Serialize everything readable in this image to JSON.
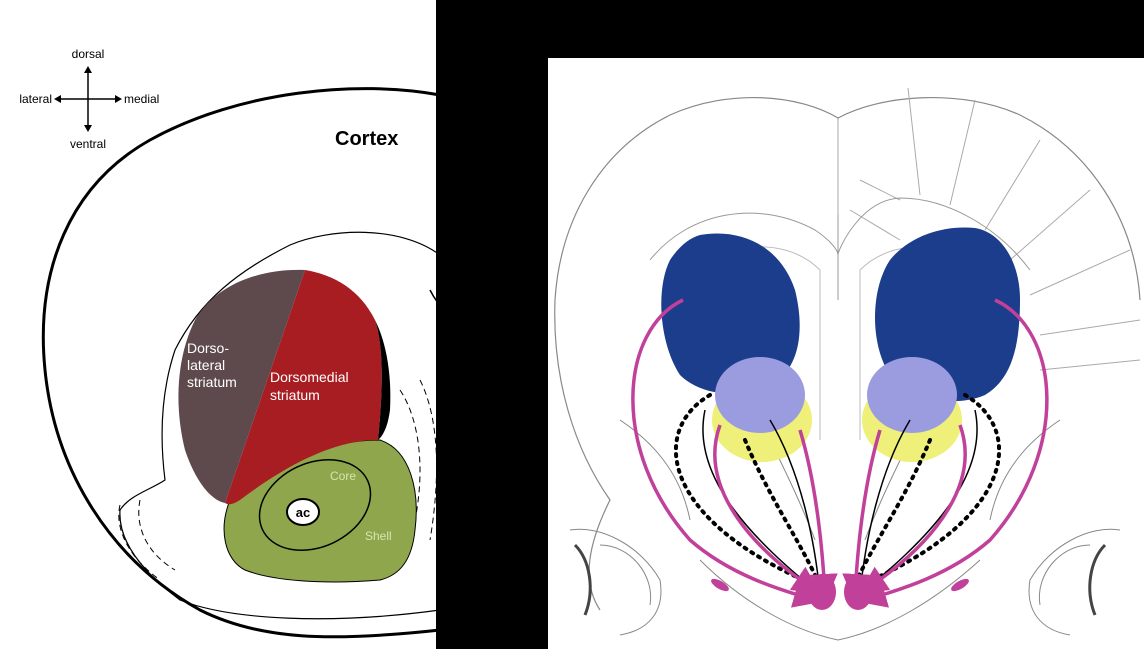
{
  "orientation": {
    "dorsal": "dorsal",
    "ventral": "ventral",
    "lateral": "lateral",
    "medial": "medial"
  },
  "left_panel": {
    "cortex_label": "Cortex",
    "dorsolateral_line1": "Dorso-",
    "dorsolateral_line2": "lateral",
    "dorsolateral_line3": "striatum",
    "dorsomedial_line1": "Dorsomedial",
    "dorsomedial_line2": "striatum",
    "core_label": "Core",
    "shell_label": "Shell",
    "ac_label": "ac"
  },
  "colors": {
    "dorsolateral": "#5e4a4c",
    "dorsomedial": "#a81d22",
    "nucleus_accumbens": "#8fa64c",
    "frame": "#000000",
    "blue_region": "#1c3d8c",
    "lavender_region": "#9b9be0",
    "yellow_region": "#eef07a",
    "pink_projection": "#c0409a",
    "black_projection": "#000000"
  }
}
